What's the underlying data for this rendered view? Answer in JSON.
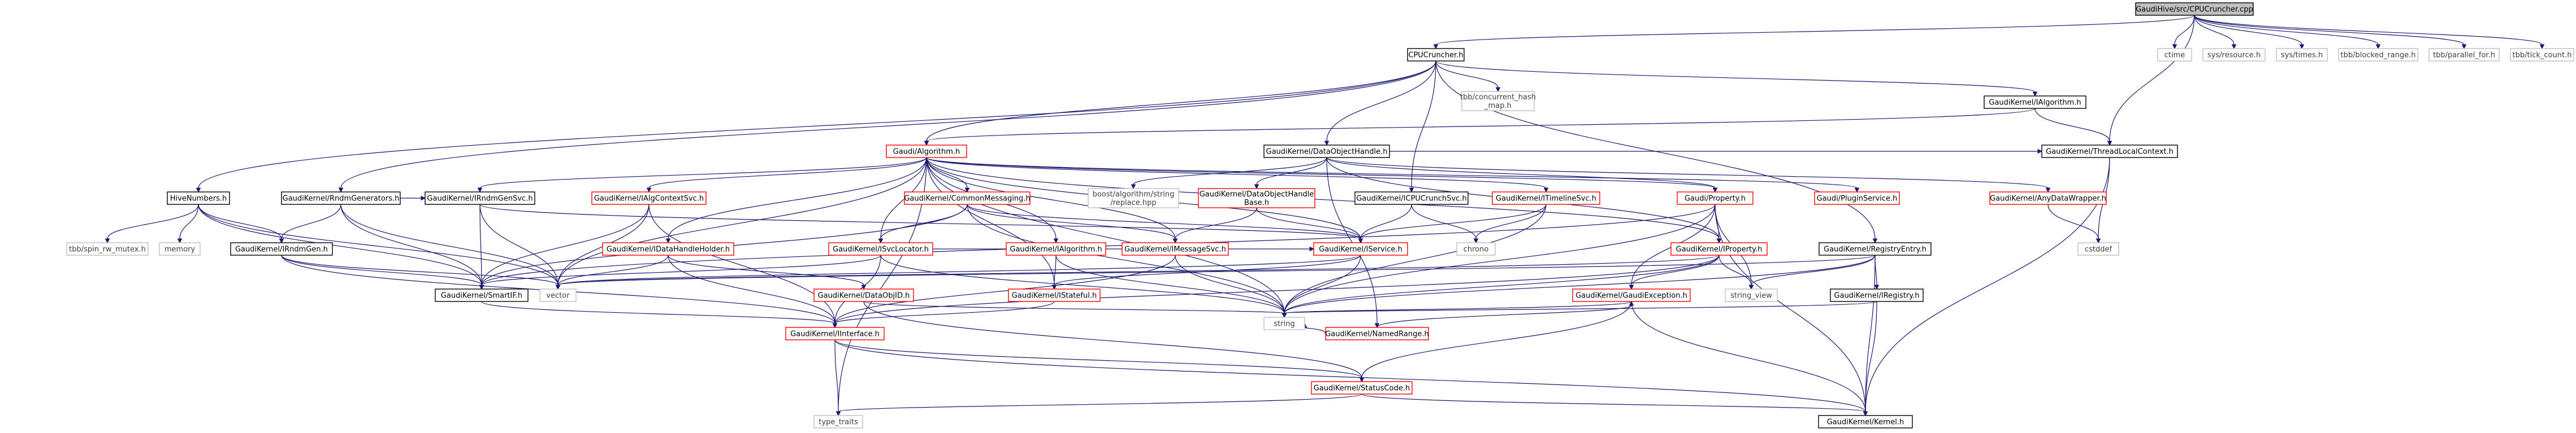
{
  "colors": {
    "edge": "#191970",
    "normal_border": "#000000",
    "link_border": "#ff0000",
    "leaf_border": "#bfbfbf",
    "root_fill": "#bfbfbf",
    "text": "#000000",
    "leaf_text": "#404040"
  },
  "nodes": [
    {
      "id": "root",
      "label": "GaudiHive/src/CPUCruncher.cpp",
      "kind": "root"
    },
    {
      "id": "cpucruncher",
      "label": "CPUCruncher.h",
      "kind": "normal"
    },
    {
      "id": "ctime",
      "label": "ctime",
      "kind": "leaf"
    },
    {
      "id": "sysresource",
      "label": "sys/resource.h",
      "kind": "leaf"
    },
    {
      "id": "systimes",
      "label": "sys/times.h",
      "kind": "leaf"
    },
    {
      "id": "tbbblocked",
      "label": "tbb/blocked_range.h",
      "kind": "leaf"
    },
    {
      "id": "tbbparallel",
      "label": "tbb/parallel_for.h",
      "kind": "leaf"
    },
    {
      "id": "tbbtick",
      "label": "tbb/tick_count.h",
      "kind": "leaf"
    },
    {
      "id": "tlc",
      "label": "GaudiKernel/ThreadLocalContext.h",
      "kind": "normal"
    },
    {
      "id": "hivenumbers",
      "label": "HiveNumbers.h",
      "kind": "normal"
    },
    {
      "id": "rndmgens",
      "label": "GaudiKernel/RndmGenerators.h",
      "kind": "normal"
    },
    {
      "id": "tbbhash",
      "label": "tbb/concurrent_hash\n_map.h",
      "kind": "leaf"
    },
    {
      "id": "kalgorithm",
      "label": "GaudiKernel/IAlgorithm.h",
      "kind": "normal"
    },
    {
      "id": "galgorithm",
      "label": "Gaudi/Algorithm.h",
      "kind": "link"
    },
    {
      "id": "dohandle",
      "label": "GaudiKernel/DataObjectHandle.h",
      "kind": "normal"
    },
    {
      "id": "icpucrunch",
      "label": "GaudiKernel/ICPUCrunchSvc.h",
      "kind": "normal"
    },
    {
      "id": "registryentry",
      "label": "GaudiKernel/RegistryEntry.h",
      "kind": "normal"
    },
    {
      "id": "tbbspin",
      "label": "tbb/spin_rw_mutex.h",
      "kind": "leaf"
    },
    {
      "id": "memory",
      "label": "memory",
      "kind": "leaf"
    },
    {
      "id": "irndmgen",
      "label": "GaudiKernel/IRndmGen.h",
      "kind": "normal"
    },
    {
      "id": "irndmgensvc",
      "label": "GaudiKernel/IRndmGenSvc.h",
      "kind": "normal"
    },
    {
      "id": "ialgcontext",
      "label": "GaudiKernel/IAlgContextSvc.h",
      "kind": "link"
    },
    {
      "id": "commonmsg",
      "label": "GaudiKernel/CommonMessaging.h",
      "kind": "link"
    },
    {
      "id": "boostalgo",
      "label": "boost/algorithm/string\n/replace.hpp",
      "kind": "leaf"
    },
    {
      "id": "dohandlebase",
      "label": "GaudiKernel/DataObjectHandle\nBase.h",
      "kind": "link"
    },
    {
      "id": "itimeline",
      "label": "GaudiKernel/ITimelineSvc.h",
      "kind": "link"
    },
    {
      "id": "gproperty",
      "label": "Gaudi/Property.h",
      "kind": "link"
    },
    {
      "id": "gplugin",
      "label": "Gaudi/PluginService.h",
      "kind": "link"
    },
    {
      "id": "anydata",
      "label": "GaudiKernel/AnyDataWrapper.h",
      "kind": "link"
    },
    {
      "id": "cstddef",
      "label": "cstddef",
      "kind": "leaf"
    },
    {
      "id": "idataholder",
      "label": "GaudiKernel/IDataHandleHolder.h",
      "kind": "link"
    },
    {
      "id": "isvclocator",
      "label": "GaudiKernel/ISvcLocator.h",
      "kind": "link"
    },
    {
      "id": "ialgorithm2",
      "label": "GaudiKernel/IAlgorithm.h",
      "kind": "link"
    },
    {
      "id": "imessagesvc",
      "label": "GaudiKernel/IMessageSvc.h",
      "kind": "link"
    },
    {
      "id": "iservice",
      "label": "GaudiKernel/IService.h",
      "kind": "link"
    },
    {
      "id": "chrono",
      "label": "chrono",
      "kind": "leaf"
    },
    {
      "id": "iproperty",
      "label": "GaudiKernel/IProperty.h",
      "kind": "link"
    },
    {
      "id": "smartif",
      "label": "GaudiKernel/SmartIF.h",
      "kind": "normal"
    },
    {
      "id": "vector",
      "label": "vector",
      "kind": "leaf"
    },
    {
      "id": "dataobjid",
      "label": "GaudiKernel/DataObjID.h",
      "kind": "link"
    },
    {
      "id": "istateful",
      "label": "GaudiKernel/IStateful.h",
      "kind": "link"
    },
    {
      "id": "namedrange",
      "label": "GaudiKernel/NamedRange.h",
      "kind": "link"
    },
    {
      "id": "gexception",
      "label": "GaudiKernel/GaudiException.h",
      "kind": "link"
    },
    {
      "id": "stringview",
      "label": "string_view",
      "kind": "leaf"
    },
    {
      "id": "iregistry",
      "label": "GaudiKernel/IRegistry.h",
      "kind": "normal"
    },
    {
      "id": "string",
      "label": "string",
      "kind": "leaf"
    },
    {
      "id": "iinterface",
      "label": "GaudiKernel/IInterface.h",
      "kind": "link"
    },
    {
      "id": "statuscode",
      "label": "GaudiKernel/StatusCode.h",
      "kind": "link"
    },
    {
      "id": "typetraits",
      "label": "type_traits",
      "kind": "leaf"
    },
    {
      "id": "kernel",
      "label": "GaudiKernel/Kernel.h",
      "kind": "normal"
    }
  ],
  "edges": [
    [
      "root",
      "cpucruncher"
    ],
    [
      "root",
      "ctime"
    ],
    [
      "root",
      "sysresource"
    ],
    [
      "root",
      "systimes"
    ],
    [
      "root",
      "tbbblocked"
    ],
    [
      "root",
      "tbbparallel"
    ],
    [
      "root",
      "tbbtick"
    ],
    [
      "root",
      "tlc"
    ],
    [
      "cpucruncher",
      "hivenumbers"
    ],
    [
      "cpucruncher",
      "rndmgens"
    ],
    [
      "cpucruncher",
      "tbbhash"
    ],
    [
      "cpucruncher",
      "kalgorithm"
    ],
    [
      "cpucruncher",
      "galgorithm"
    ],
    [
      "cpucruncher",
      "dohandle"
    ],
    [
      "cpucruncher",
      "icpucrunch"
    ],
    [
      "cpucruncher",
      "registryentry"
    ],
    [
      "kalgorithm",
      "tlc"
    ],
    [
      "kalgorithm",
      "galgorithm"
    ],
    [
      "tlc",
      "cstddef"
    ],
    [
      "tlc",
      "kernel"
    ],
    [
      "hivenumbers",
      "tbbspin"
    ],
    [
      "hivenumbers",
      "memory"
    ],
    [
      "hivenumbers",
      "irndmgen"
    ],
    [
      "hivenumbers",
      "vector"
    ],
    [
      "hivenumbers",
      "smartif"
    ],
    [
      "rndmgens",
      "irndmgen"
    ],
    [
      "rndmgens",
      "irndmgensvc"
    ],
    [
      "rndmgens",
      "vector"
    ],
    [
      "rndmgens",
      "smartif"
    ],
    [
      "irndmgen",
      "iinterface"
    ],
    [
      "irndmgen",
      "vector"
    ],
    [
      "irndmgen",
      "smartif"
    ],
    [
      "irndmgensvc",
      "iservice"
    ],
    [
      "irndmgensvc",
      "smartif"
    ],
    [
      "irndmgensvc",
      "vector"
    ],
    [
      "galgorithm",
      "ialgcontext"
    ],
    [
      "galgorithm",
      "commonmsg"
    ],
    [
      "galgorithm",
      "idataholder"
    ],
    [
      "galgorithm",
      "isvclocator"
    ],
    [
      "galgorithm",
      "ialgorithm2"
    ],
    [
      "galgorithm",
      "imessagesvc"
    ],
    [
      "galgorithm",
      "iservice"
    ],
    [
      "galgorithm",
      "iproperty"
    ],
    [
      "galgorithm",
      "gproperty"
    ],
    [
      "galgorithm",
      "gplugin"
    ],
    [
      "galgorithm",
      "itimeline"
    ],
    [
      "galgorithm",
      "vector"
    ],
    [
      "galgorithm",
      "string"
    ],
    [
      "galgorithm",
      "typetraits"
    ],
    [
      "galgorithm",
      "irndmgensvc"
    ],
    [
      "galgorithm",
      "istateful"
    ],
    [
      "dohandle",
      "dohandlebase"
    ],
    [
      "dohandle",
      "boostalgo"
    ],
    [
      "dohandle",
      "anydata"
    ],
    [
      "dohandle",
      "namedrange"
    ],
    [
      "dohandle",
      "gproperty"
    ],
    [
      "dohandle",
      "iproperty"
    ],
    [
      "dohandle",
      "tlc"
    ],
    [
      "dohandlebase",
      "iservice"
    ],
    [
      "dohandlebase",
      "imessagesvc"
    ],
    [
      "icpucrunch",
      "iservice"
    ],
    [
      "icpucrunch",
      "chrono"
    ],
    [
      "itimeline",
      "iservice"
    ],
    [
      "itimeline",
      "chrono"
    ],
    [
      "itimeline",
      "string"
    ],
    [
      "gproperty",
      "iproperty"
    ],
    [
      "gproperty",
      "gexception"
    ],
    [
      "gproperty",
      "string"
    ],
    [
      "gproperty",
      "stringview"
    ],
    [
      "gproperty",
      "smartif"
    ],
    [
      "gproperty",
      "kernel"
    ],
    [
      "anydata",
      "cstddef"
    ],
    [
      "ialgcontext",
      "vector"
    ],
    [
      "ialgcontext",
      "iinterface"
    ],
    [
      "ialgcontext",
      "smartif"
    ],
    [
      "commonmsg",
      "isvclocator"
    ],
    [
      "commonmsg",
      "imessagesvc"
    ],
    [
      "commonmsg",
      "smartif"
    ],
    [
      "commonmsg",
      "string"
    ],
    [
      "commonmsg",
      "iservice"
    ],
    [
      "idataholder",
      "dataobjid"
    ],
    [
      "idataholder",
      "iinterface"
    ],
    [
      "idataholder",
      "vector"
    ],
    [
      "isvclocator",
      "iinterface"
    ],
    [
      "isvclocator",
      "smartif"
    ],
    [
      "isvclocator",
      "string"
    ],
    [
      "isvclocator",
      "iservice"
    ],
    [
      "ialgorithm2",
      "istateful"
    ],
    [
      "ialgorithm2",
      "string"
    ],
    [
      "imessagesvc",
      "iinterface"
    ],
    [
      "imessagesvc",
      "string"
    ],
    [
      "iservice",
      "istateful"
    ],
    [
      "iservice",
      "string"
    ],
    [
      "iservice",
      "vector"
    ],
    [
      "iproperty",
      "iinterface"
    ],
    [
      "iproperty",
      "gexception"
    ],
    [
      "iproperty",
      "string"
    ],
    [
      "iproperty",
      "vector"
    ],
    [
      "iproperty",
      "stringview"
    ],
    [
      "smartif",
      "iinterface"
    ],
    [
      "dataobjid",
      "string"
    ],
    [
      "dataobjid",
      "statuscode"
    ],
    [
      "istateful",
      "iinterface"
    ],
    [
      "namedrange",
      "gexception"
    ],
    [
      "namedrange",
      "string"
    ],
    [
      "gexception",
      "statuscode"
    ],
    [
      "gexception",
      "string"
    ],
    [
      "gexception",
      "kernel"
    ],
    [
      "registryentry",
      "iregistry"
    ],
    [
      "registryentry",
      "kernel"
    ],
    [
      "registryentry",
      "string"
    ],
    [
      "registryentry",
      "stringview"
    ],
    [
      "registryentry",
      "vector"
    ],
    [
      "iregistry",
      "kernel"
    ],
    [
      "iregistry",
      "string"
    ],
    [
      "iinterface",
      "statuscode"
    ],
    [
      "iinterface",
      "typetraits"
    ],
    [
      "iinterface",
      "kernel"
    ],
    [
      "statuscode",
      "kernel"
    ],
    [
      "statuscode",
      "typetraits"
    ]
  ]
}
